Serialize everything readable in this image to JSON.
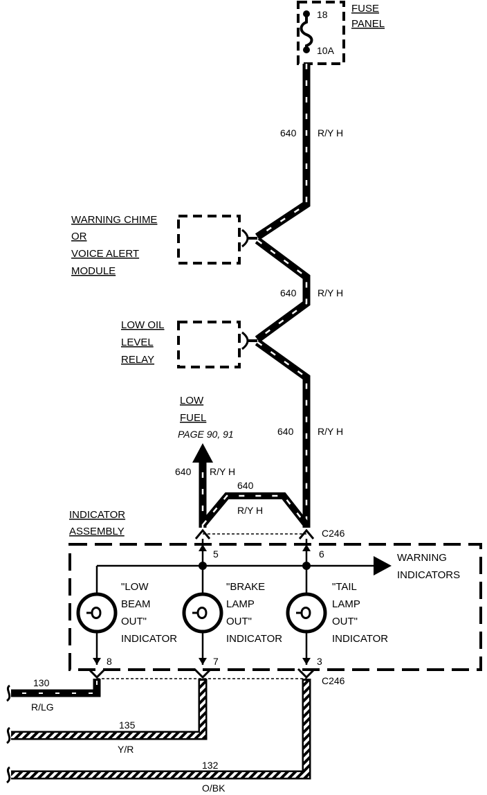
{
  "fuse_panel": {
    "label_line1": "FUSE",
    "label_line2": "PANEL",
    "fuse_number": "18",
    "fuse_rating": "10A"
  },
  "wires": {
    "main": {
      "circuit": "640",
      "color_code": "R/Y H"
    },
    "bus": {
      "circuit": "640",
      "color_code": "R/Y H"
    },
    "low_fuel": {
      "circuit": "640",
      "color_code": "R/Y H"
    },
    "out_130": {
      "circuit": "130",
      "color_code": "R/LG"
    },
    "out_135": {
      "circuit": "135",
      "color_code": "Y/R"
    },
    "out_132": {
      "circuit": "132",
      "color_code": "O/BK"
    }
  },
  "modules": {
    "warning_chime": {
      "lines": [
        "WARNING CHIME",
        "OR",
        "VOICE ALERT",
        "MODULE"
      ]
    },
    "low_oil": {
      "lines": [
        "LOW OIL",
        "LEVEL",
        "RELAY"
      ]
    }
  },
  "low_fuel": {
    "line1": "LOW",
    "line2": "FUEL",
    "ref": "PAGE 90, 91"
  },
  "assembly": {
    "line1": "INDICATOR",
    "line2": "ASSEMBLY",
    "connector_top": "C246",
    "connector_bottom": "C246",
    "pins": {
      "p5": "5",
      "p6": "6",
      "p8": "8",
      "p7": "7",
      "p3": "3"
    },
    "warning_indicators": {
      "line1": "WARNING",
      "line2": "INDICATORS"
    }
  },
  "indicators": [
    {
      "lines": [
        "\"LOW",
        "BEAM",
        "OUT\"",
        "INDICATOR"
      ]
    },
    {
      "lines": [
        "\"BRAKE",
        "LAMP",
        "OUT\"",
        "INDICATOR"
      ]
    },
    {
      "lines": [
        "\"TAIL",
        "LAMP",
        "OUT\"",
        "INDICATOR"
      ]
    }
  ]
}
